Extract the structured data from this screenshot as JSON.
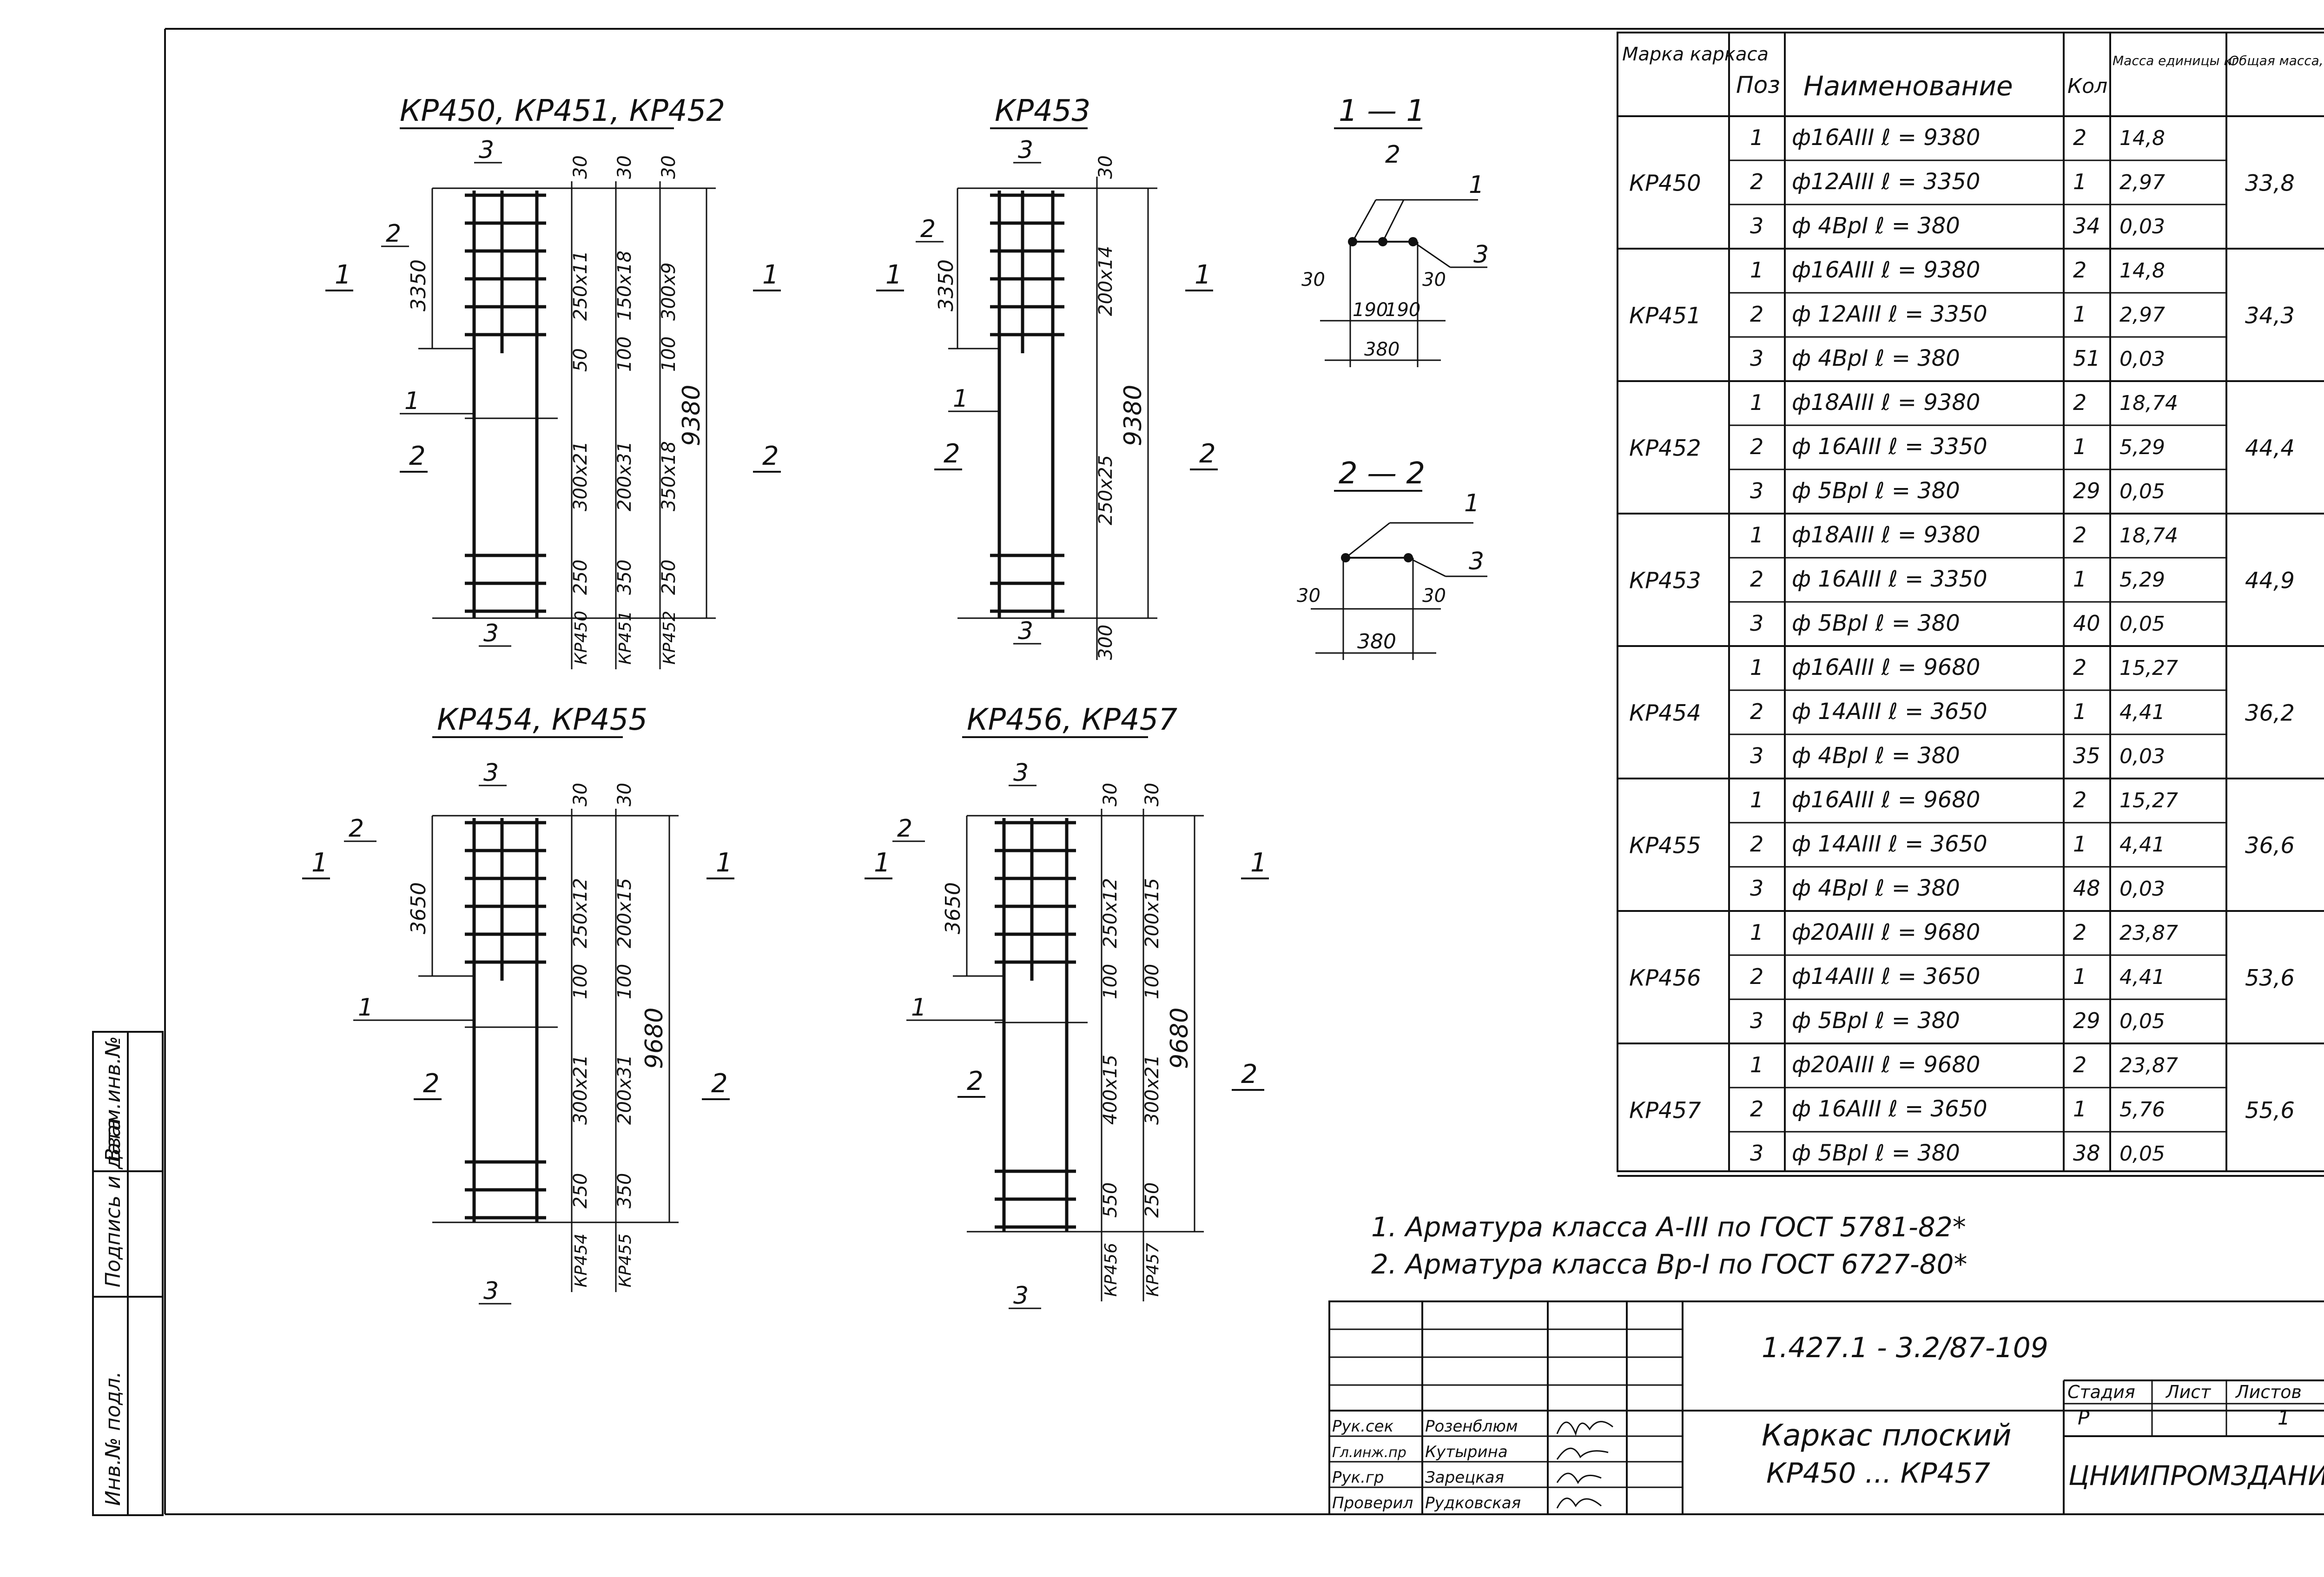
{
  "drawings": {
    "kp450": {
      "title": "КР450, КР451, КР452",
      "spans": [
        "3350",
        "9380"
      ],
      "pos": [
        "1",
        "2",
        "3"
      ],
      "section_marks": [
        "1",
        "2"
      ],
      "columns": [
        {
          "top": "30",
          "pitch1": "250x11",
          "mid": "50",
          "pitch2": "300x21",
          "end": "250",
          "name": "КР450"
        },
        {
          "top": "30",
          "pitch1": "150x18",
          "mid": "100",
          "pitch2": "200x31",
          "end": "350",
          "name": "КР451"
        },
        {
          "top": "30",
          "pitch1": "300x9",
          "mid": "100",
          "pitch2": "350x18",
          "end": "250",
          "name": "КР452"
        }
      ]
    },
    "kp453": {
      "title": "КР453",
      "spans": [
        "3350",
        "9380"
      ],
      "dims": [
        "30",
        "200x14",
        "250x25",
        "300"
      ],
      "pos": [
        "1",
        "2",
        "3"
      ],
      "section_marks": [
        "1",
        "2"
      ]
    },
    "kp454": {
      "title": "КР454, КР455",
      "spans": [
        "3650",
        "9680"
      ],
      "pos": [
        "1",
        "2",
        "3"
      ],
      "section_marks": [
        "1",
        "2"
      ],
      "columns": [
        {
          "top": "30",
          "pitch1": "250x12",
          "mid": "100",
          "pitch2": "300x21",
          "end": "250",
          "name": "КР454"
        },
        {
          "top": "30",
          "pitch1": "200x15",
          "mid": "100",
          "pitch2": "200x31",
          "end": "350",
          "name": "КР455"
        }
      ]
    },
    "kp456": {
      "title": "КР456, КР457",
      "spans": [
        "3650",
        "9680"
      ],
      "pos": [
        "1",
        "2",
        "3"
      ],
      "section_marks": [
        "1",
        "2"
      ],
      "columns": [
        {
          "top": "30",
          "pitch1": "250x12",
          "mid": "100",
          "pitch2": "400x15",
          "end": "550",
          "name": "КР456"
        },
        {
          "top": "30",
          "pitch1": "200x15",
          "mid": "100",
          "pitch2": "300x21",
          "end": "250",
          "name": "КР457"
        }
      ]
    },
    "section11": {
      "title": "1 — 1",
      "pos": [
        "1",
        "2",
        "3"
      ],
      "dims": [
        "30",
        "190",
        "190",
        "30",
        "380"
      ]
    },
    "section22": {
      "title": "2 — 2",
      "pos": [
        "1",
        "3"
      ],
      "dims": [
        "30",
        "30",
        "380"
      ]
    }
  },
  "spec_table": {
    "headers": [
      "Марка каркаса",
      "Поз",
      "Наименование",
      "Кол",
      "Масса единицы кг",
      "Общая масса, кг"
    ],
    "groups": [
      {
        "mark": "КР450",
        "total": "33,8",
        "rows": [
          {
            "pos": "1",
            "name": "ф16АIII  ℓ = 9380",
            "qty": "2",
            "mass": "14,8"
          },
          {
            "pos": "2",
            "name": "ф12АIII  ℓ = 3350",
            "qty": "1",
            "mass": "2,97"
          },
          {
            "pos": "3",
            "name": "ф 4ВрI  ℓ = 380",
            "qty": "34",
            "mass": "0,03"
          }
        ]
      },
      {
        "mark": "КР451",
        "total": "34,3",
        "rows": [
          {
            "pos": "1",
            "name": "ф16АIII  ℓ = 9380",
            "qty": "2",
            "mass": "14,8"
          },
          {
            "pos": "2",
            "name": "ф 12АIII  ℓ = 3350",
            "qty": "1",
            "mass": "2,97"
          },
          {
            "pos": "3",
            "name": "ф 4ВрI  ℓ = 380",
            "qty": "51",
            "mass": "0,03"
          }
        ]
      },
      {
        "mark": "КР452",
        "total": "44,4",
        "rows": [
          {
            "pos": "1",
            "name": "ф18АIII  ℓ = 9380",
            "qty": "2",
            "mass": "18,74"
          },
          {
            "pos": "2",
            "name": "ф 16АIII  ℓ = 3350",
            "qty": "1",
            "mass": "5,29"
          },
          {
            "pos": "3",
            "name": "ф 5ВрI  ℓ = 380",
            "qty": "29",
            "mass": "0,05"
          }
        ]
      },
      {
        "mark": "КР453",
        "total": "44,9",
        "rows": [
          {
            "pos": "1",
            "name": "ф18АIII  ℓ = 9380",
            "qty": "2",
            "mass": "18,74"
          },
          {
            "pos": "2",
            "name": "ф 16АIII  ℓ = 3350",
            "qty": "1",
            "mass": "5,29"
          },
          {
            "pos": "3",
            "name": "ф 5ВрI  ℓ = 380",
            "qty": "40",
            "mass": "0,05"
          }
        ]
      },
      {
        "mark": "КР454",
        "total": "36,2",
        "rows": [
          {
            "pos": "1",
            "name": "ф16АIII  ℓ = 9680",
            "qty": "2",
            "mass": "15,27"
          },
          {
            "pos": "2",
            "name": "ф 14АIII  ℓ = 3650",
            "qty": "1",
            "mass": "4,41"
          },
          {
            "pos": "3",
            "name": "ф 4ВрI  ℓ = 380",
            "qty": "35",
            "mass": "0,03"
          }
        ]
      },
      {
        "mark": "КР455",
        "total": "36,6",
        "rows": [
          {
            "pos": "1",
            "name": "ф16АIII  ℓ = 9680",
            "qty": "2",
            "mass": "15,27"
          },
          {
            "pos": "2",
            "name": "ф 14АIII  ℓ = 3650",
            "qty": "1",
            "mass": "4,41"
          },
          {
            "pos": "3",
            "name": "ф 4ВрI  ℓ = 380",
            "qty": "48",
            "mass": "0,03"
          }
        ]
      },
      {
        "mark": "КР456",
        "total": "53,6",
        "rows": [
          {
            "pos": "1",
            "name": "ф20АIII  ℓ = 9680",
            "qty": "2",
            "mass": "23,87"
          },
          {
            "pos": "2",
            "name": "ф14АIII  ℓ = 3650",
            "qty": "1",
            "mass": "4,41"
          },
          {
            "pos": "3",
            "name": "ф 5ВрI  ℓ = 380",
            "qty": "29",
            "mass": "0,05"
          }
        ]
      },
      {
        "mark": "КР457",
        "total": "55,6",
        "rows": [
          {
            "pos": "1",
            "name": "ф20АIII  ℓ = 9680",
            "qty": "2",
            "mass": "23,87"
          },
          {
            "pos": "2",
            "name": "ф 16АIII  ℓ = 3650",
            "qty": "1",
            "mass": "5,76"
          },
          {
            "pos": "3",
            "name": "ф 5ВрI  ℓ = 380",
            "qty": "38",
            "mass": "0,05"
          }
        ]
      }
    ]
  },
  "notes": [
    "1. Арматура класса А-III по ГОСТ 5781-82*",
    "2. Арматура класса Вр-I по ГОСТ 6727-80*"
  ],
  "stamp": {
    "doc_code": "1.427.1 - 3.2/87-109",
    "title_line1": "Каркас плоский",
    "title_line2": "КР450 ... КР457",
    "stage_header": "Стадия",
    "sheet_header": "Лист",
    "sheets_header": "Листов",
    "stage": "Р",
    "sheets": "1",
    "org": "ЦНИИПРОМЗДАНИЙ",
    "people": [
      {
        "role": "Рук.сек",
        "name": "Розенблюм"
      },
      {
        "role": "Гл.инж.пр",
        "name": "Кутырина"
      },
      {
        "role": "Рук.гр",
        "name": "Зарецкая"
      },
      {
        "role": "Проверил",
        "name": "Рудковская"
      }
    ]
  },
  "side_stamp": [
    "Инв.№ подл.",
    "Подпись и дата",
    "Взам.инв.№"
  ]
}
